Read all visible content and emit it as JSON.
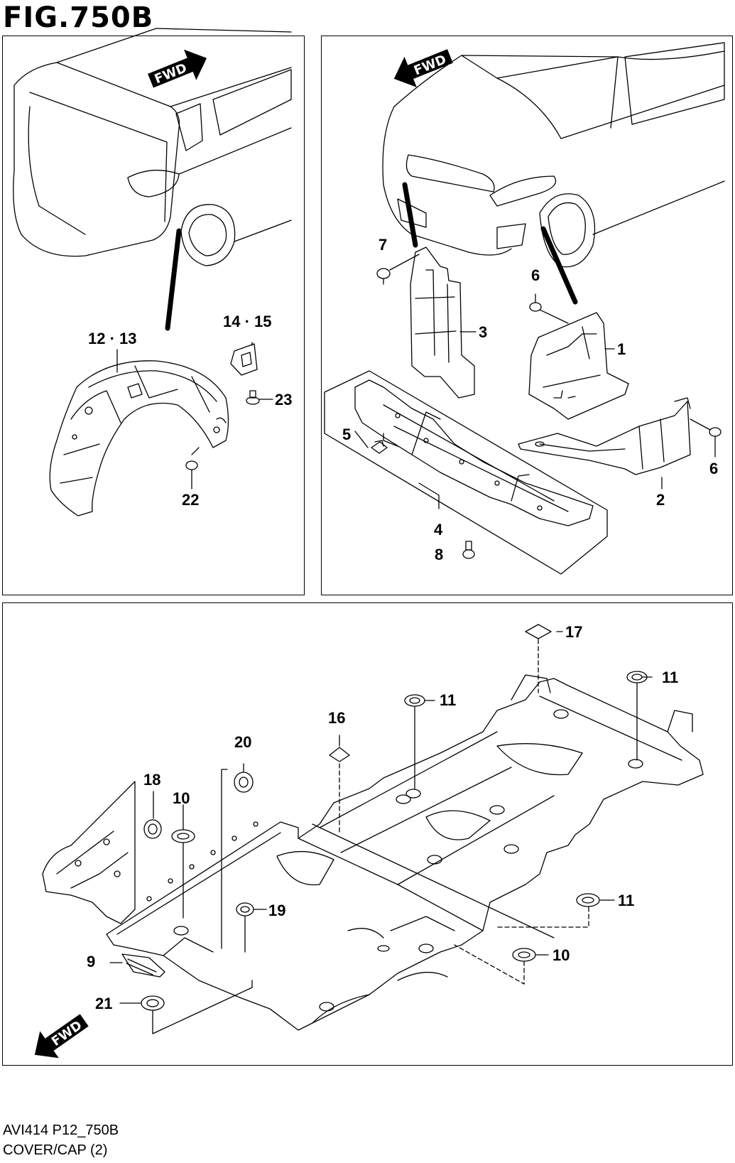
{
  "figure": {
    "title": "FIG.750B"
  },
  "fwd_label": "FWD",
  "callouts": {
    "c1": "1",
    "c2": "2",
    "c3": "3",
    "c4": "4",
    "c5": "5",
    "c6a": "6",
    "c6b": "6",
    "c7": "7",
    "c8": "8",
    "c9": "9",
    "c10a": "10",
    "c10b": "10",
    "c11a": "11",
    "c11b": "11",
    "c11c": "11",
    "c12_13": "12 · 13",
    "c14_15": "14 · 15",
    "c16": "16",
    "c17": "17",
    "c18": "18",
    "c19": "19",
    "c20": "20",
    "c21": "21",
    "c22": "22",
    "c23": "23"
  },
  "footer": {
    "code": "AVI414 P12_750B",
    "title": "COVER/CAP (2)"
  },
  "icons": [
    "fwd-arrow-icon"
  ]
}
